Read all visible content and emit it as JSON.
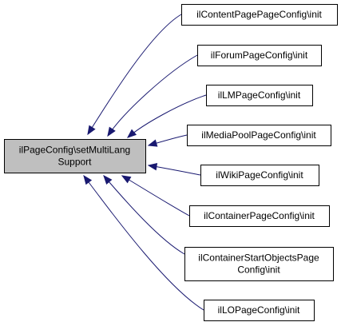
{
  "diagram": {
    "type": "call-graph",
    "colors": {
      "edge": "#191970",
      "root_fill": "#bfbfbf",
      "node_fill": "#ffffff",
      "border": "#000000"
    },
    "root": {
      "lines": [
        "ilPageConfig\\setMultiLang",
        "Support"
      ]
    },
    "callers": [
      {
        "lines": [
          "ilContentPagePageConfig\\init"
        ]
      },
      {
        "lines": [
          "ilForumPageConfig\\init"
        ]
      },
      {
        "lines": [
          "ilLMPageConfig\\init"
        ]
      },
      {
        "lines": [
          "ilMediaPoolPageConfig\\init"
        ]
      },
      {
        "lines": [
          "ilWikiPageConfig\\init"
        ]
      },
      {
        "lines": [
          "ilContainerPageConfig\\init"
        ]
      },
      {
        "lines": [
          "ilContainerStartObjectsPage",
          "Config\\init"
        ]
      },
      {
        "lines": [
          "ilLOPageConfig\\init"
        ]
      }
    ]
  }
}
